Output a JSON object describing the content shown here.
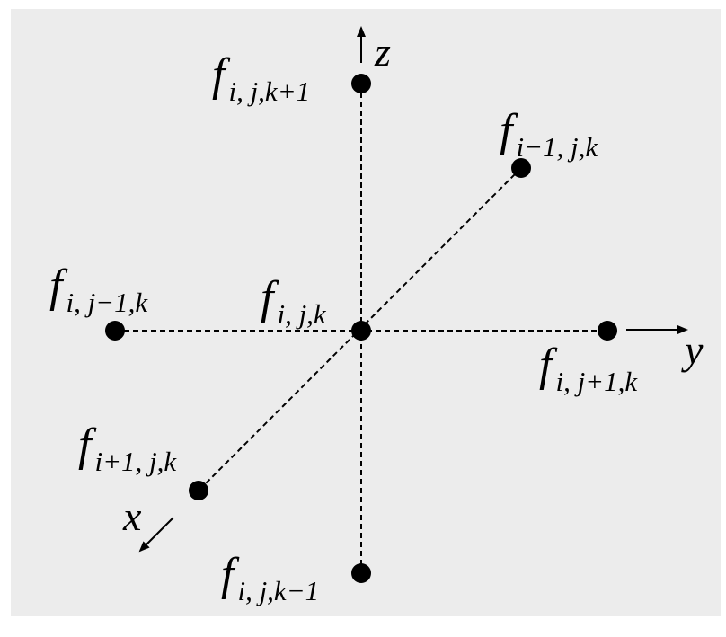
{
  "diagram": {
    "background_color": "#ececec",
    "line_style": "dashed",
    "axes": [
      {
        "id": "z",
        "label": "z",
        "arrow": "up"
      },
      {
        "id": "y",
        "label": "y",
        "arrow": "right"
      },
      {
        "id": "x",
        "label": "x",
        "arrow": "down-left"
      }
    ],
    "nodes": [
      {
        "id": "center",
        "symbol": "f",
        "subscript": "i, j,k"
      },
      {
        "id": "z-plus",
        "symbol": "f",
        "subscript": "i, j,k+1"
      },
      {
        "id": "z-minus",
        "symbol": "f",
        "subscript": "i, j,k−1"
      },
      {
        "id": "y-plus",
        "symbol": "f",
        "subscript": "i, j+1,k"
      },
      {
        "id": "y-minus",
        "symbol": "f",
        "subscript": "i, j−1,k"
      },
      {
        "id": "x-plus",
        "symbol": "f",
        "subscript": "i+1, j,k"
      },
      {
        "id": "x-minus",
        "symbol": "f",
        "subscript": "i−1, j,k"
      }
    ]
  }
}
